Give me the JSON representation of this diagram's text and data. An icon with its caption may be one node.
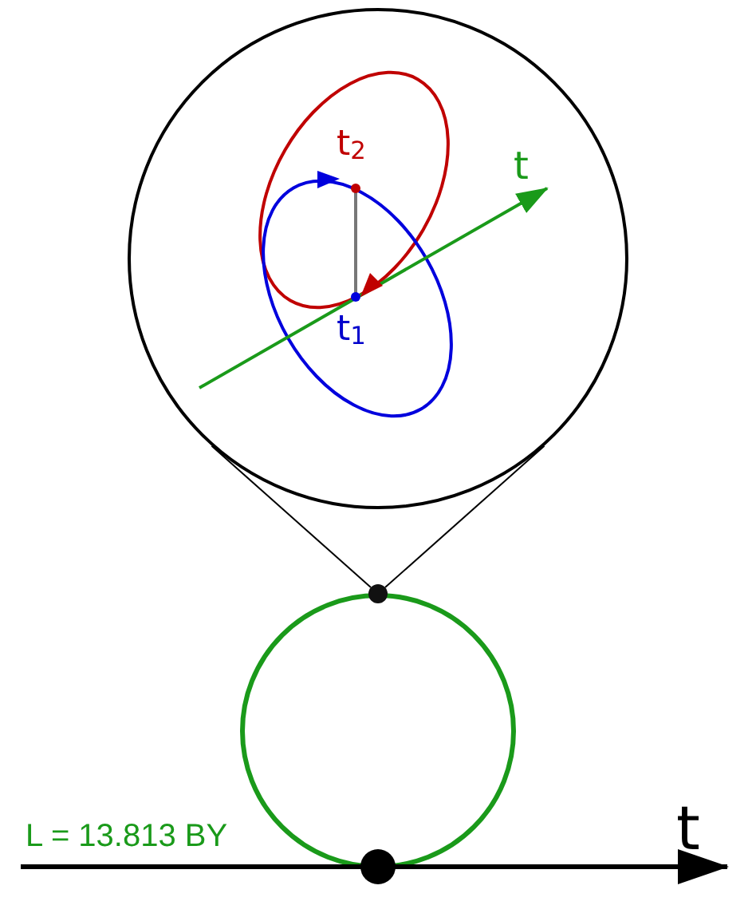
{
  "diagram": {
    "nodes": [
      {
        "text": [],
        "shape": "circle"
      },
      {
        "text": [],
        "shape": "circle"
      }
    ],
    "edges": [
      {
        "from": 1,
        "to": 0,
        "arrow": "none"
      },
      {
        "from": 1,
        "to": 0,
        "arrow": "none"
      }
    ],
    "labels": [
      "t$_{2}$",
      "t",
      "t$_{1}$",
      "L = 13.813 BY",
      "t"
    ]
  }
}
